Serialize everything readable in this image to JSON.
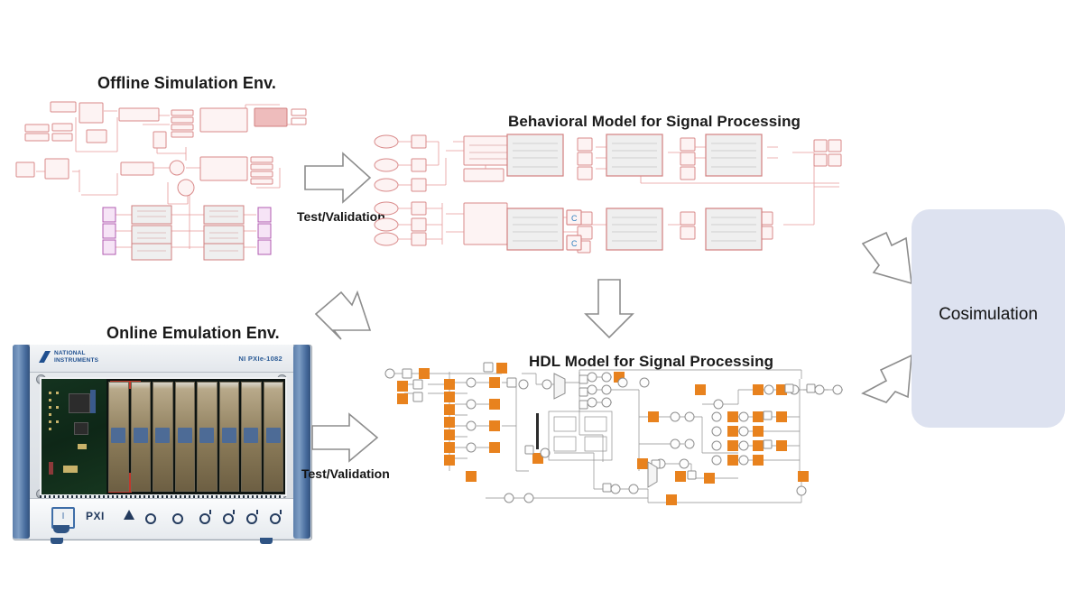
{
  "page": {
    "background": "#ffffff",
    "accent_cosim": "#dde2f0",
    "accent_behavioral": "#e8a0a0",
    "accent_hdl": "#e8821e",
    "arrow_stroke": "#8d8d8d"
  },
  "titles": {
    "offline": "Offline Simulation Env.",
    "behavioral": "Behavioral Model for Signal Processing",
    "online": "Online Emulation Env.",
    "hdl": "HDL Model for Signal Processing"
  },
  "step_labels": {
    "test_validation_top": "Test/Validation",
    "test_validation_bottom": "Test/Validation"
  },
  "cosimulation": {
    "label": "Cosimulation"
  },
  "chassis": {
    "brand_line1": "NATIONAL",
    "brand_line2": "INSTRUMENTS",
    "model": "NI PXIe-1082",
    "front_panel_text": "PXI",
    "power_symbol": "I",
    "slot_count": 8
  },
  "arrows": [
    {
      "name": "offline-to-behavioral",
      "direction": "right",
      "label": "Test/Validation"
    },
    {
      "name": "online-to-behavioral",
      "direction": "up-right",
      "label": ""
    },
    {
      "name": "online-to-hdl",
      "direction": "right",
      "label": "Test/Validation"
    },
    {
      "name": "behavioral-to-hdl",
      "direction": "down",
      "label": ""
    },
    {
      "name": "behavioral-to-cosimulation",
      "direction": "down-right",
      "label": ""
    },
    {
      "name": "hdl-to-cosimulation",
      "direction": "up-right",
      "label": ""
    }
  ]
}
